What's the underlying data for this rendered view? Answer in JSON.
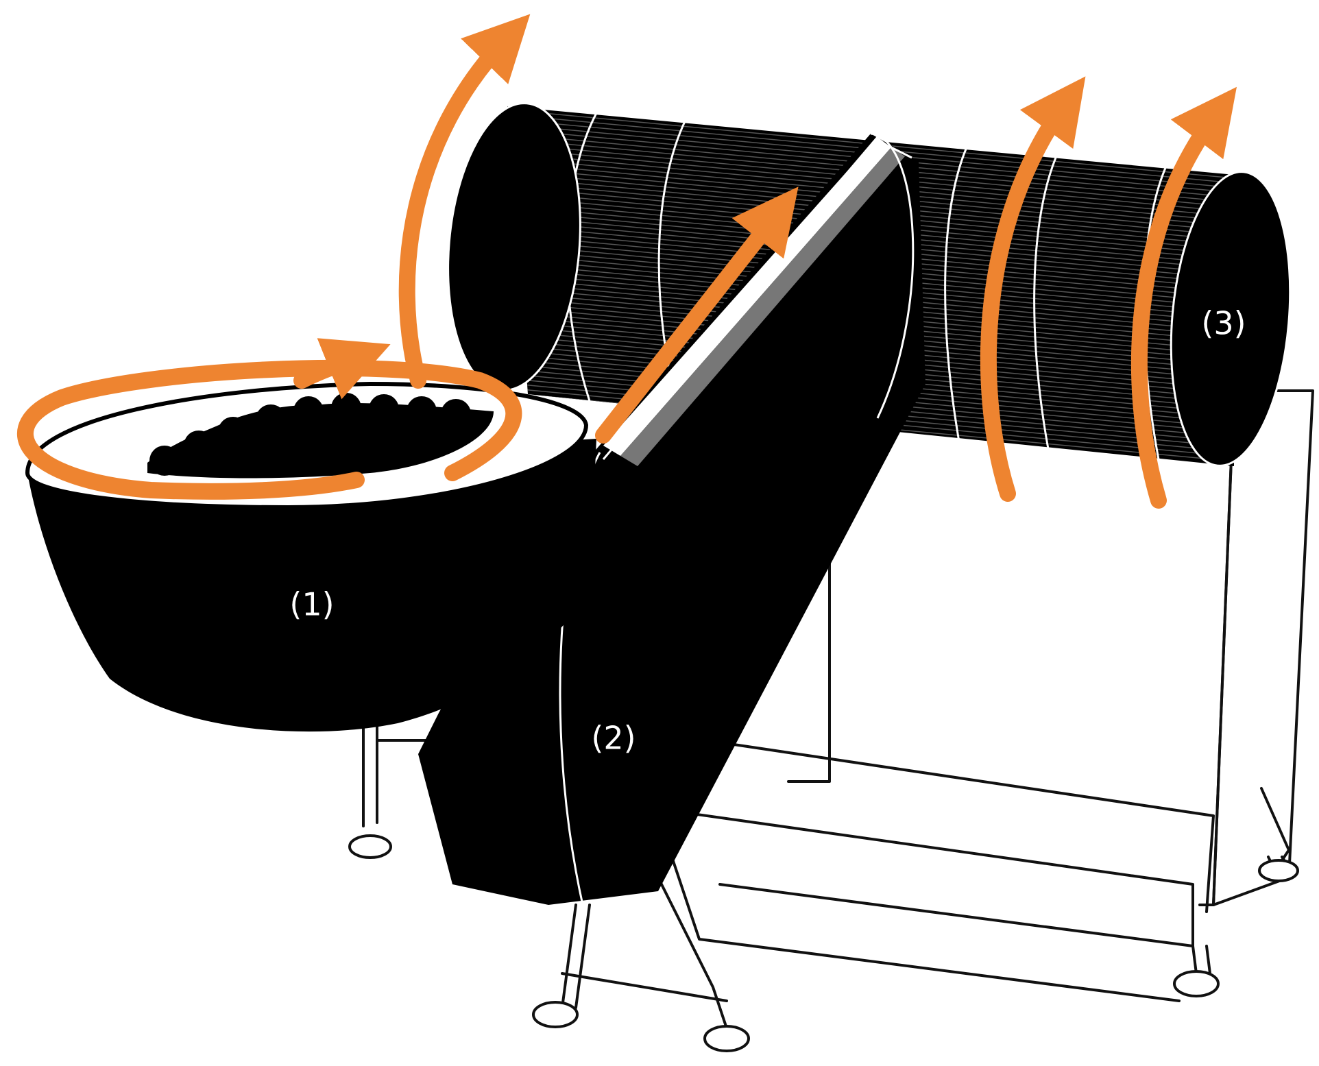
{
  "diagram": {
    "components": [
      {
        "id": "1",
        "label": "(1)",
        "part": "vibratory-bowl"
      },
      {
        "id": "2",
        "label": "(2)",
        "part": "inclined-conveyor"
      },
      {
        "id": "3",
        "label": "(3)",
        "part": "rotating-drum"
      }
    ],
    "colors": {
      "machine": "#000000",
      "flow_arrow": "#ee8430",
      "frame": "#111111",
      "label": "#ffffff",
      "drum_lines": "#555555"
    }
  }
}
